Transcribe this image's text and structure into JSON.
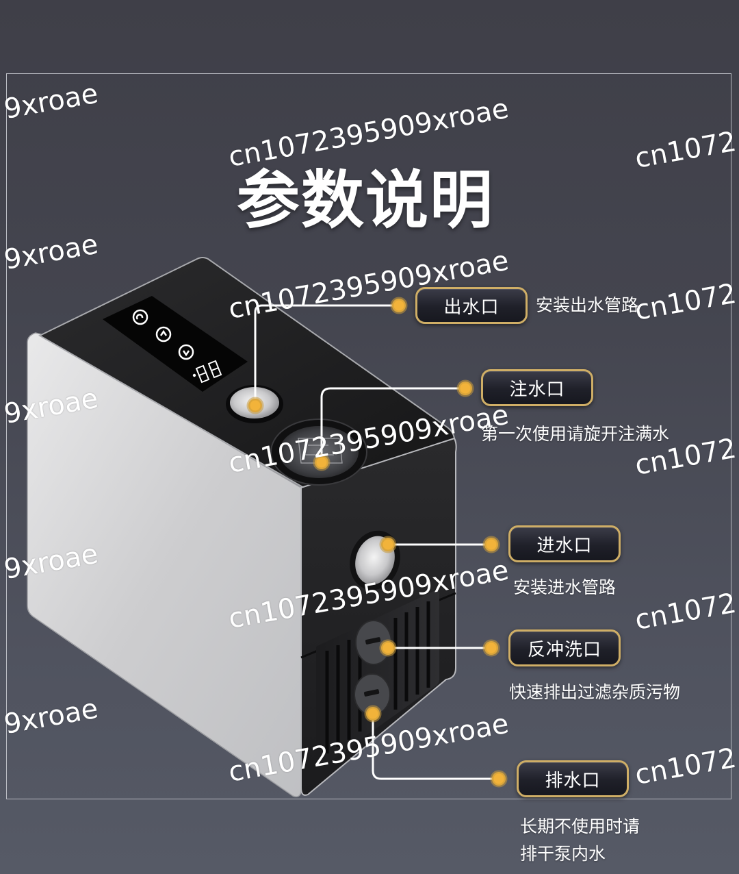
{
  "title": "参数说明",
  "colors": {
    "background_top": "#3f3f48",
    "background_bottom": "#565a66",
    "frame": "#b9bbc2",
    "accent_gold": "#f2b33a",
    "pill_border": "#cfae66",
    "leader_line": "#ffffff"
  },
  "product": {
    "name": "water-pump",
    "control_panel": {
      "icons": [
        "power-icon",
        "up-arrow-icon",
        "down-arrow-icon"
      ],
      "display": "88"
    }
  },
  "callouts": [
    {
      "label": "出水口",
      "description": "安装出水管路"
    },
    {
      "label": "注水口",
      "description": "第一次使用请旋开注满水"
    },
    {
      "label": "进水口",
      "description": "安装进水管路"
    },
    {
      "label": "反冲洗口",
      "description": "快速排出过滤杂质污物"
    },
    {
      "label": "排水口",
      "description_lines": [
        "长期不使用时请",
        "排干泵内水"
      ]
    }
  ],
  "watermarks": {
    "long": "cn1072395909xroae",
    "left_fragment": "9xroae",
    "right_fragment": "cn1072"
  }
}
